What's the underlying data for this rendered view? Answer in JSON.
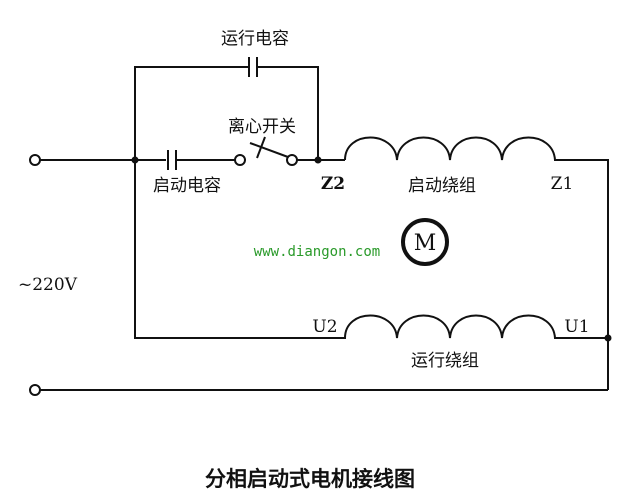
{
  "labels": {
    "run_capacitor": "运行电容",
    "centrifugal_switch": "离心开关",
    "start_capacitor": "启动电容",
    "z2": "Z2",
    "z1": "Z1",
    "start_winding": "启动绕组",
    "u2": "U2",
    "u1": "U1",
    "run_winding": "运行绕组",
    "voltage": "~220V",
    "motor": "M"
  },
  "watermark": "www.diangon.com",
  "title": "分相启动式电机接线图",
  "colors": {
    "line": "#111111",
    "watermark": "#2a9a2a"
  }
}
